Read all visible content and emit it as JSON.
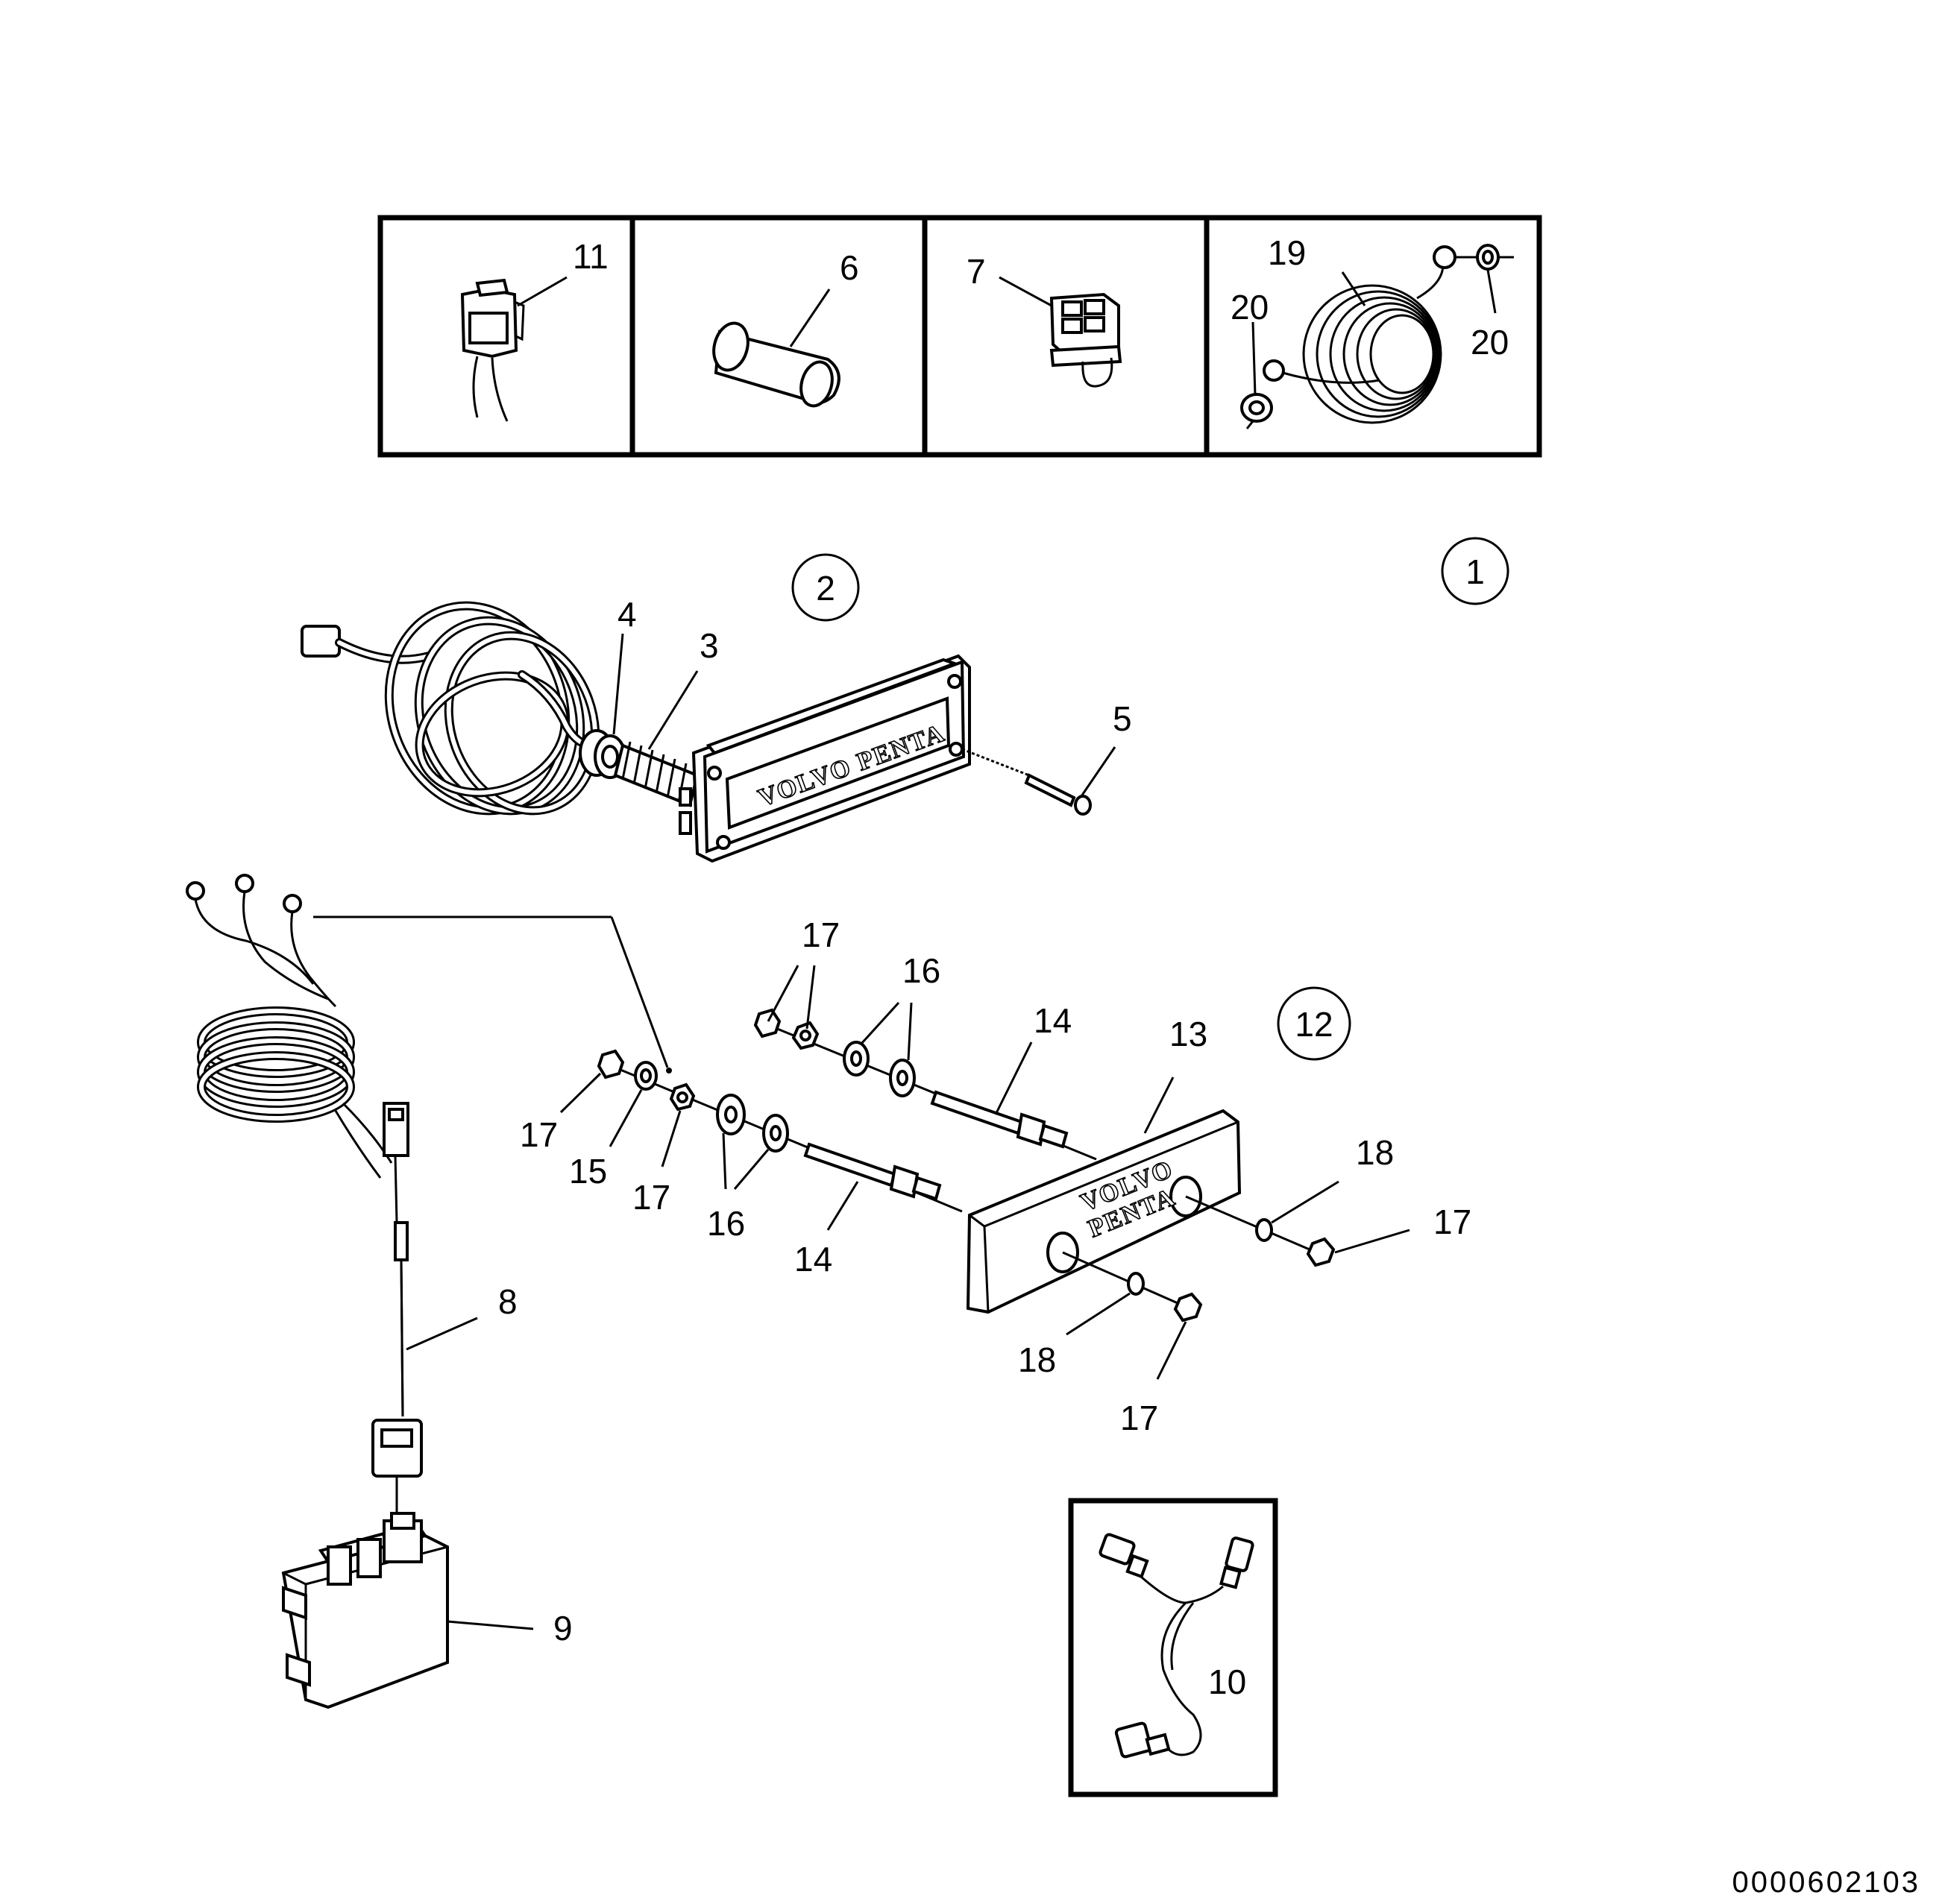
{
  "diagram": {
    "drawing_number": "0000602103",
    "brand_text": "VOLVO PENTA",
    "brand_text_stacked": [
      "VOLVO",
      "PENTA"
    ],
    "group_markers": [
      "1",
      "2",
      "12"
    ],
    "callouts": {
      "c11": "11",
      "c6": "6",
      "c7": "7",
      "c19": "19",
      "c20a": "20",
      "c20b": "20",
      "c2": "2",
      "c1": "1",
      "c4": "4",
      "c3": "3",
      "c5": "5",
      "c17a": "17",
      "c16a": "16",
      "c14a": "14",
      "c13": "13",
      "c12": "12",
      "c17b": "17",
      "c15": "15",
      "c17c": "17",
      "c16b": "16",
      "c14b": "14",
      "c18a": "18",
      "c17d": "17",
      "c18b": "18",
      "c17e": "17",
      "c8": "8",
      "c9": "9",
      "c10": "10"
    }
  }
}
